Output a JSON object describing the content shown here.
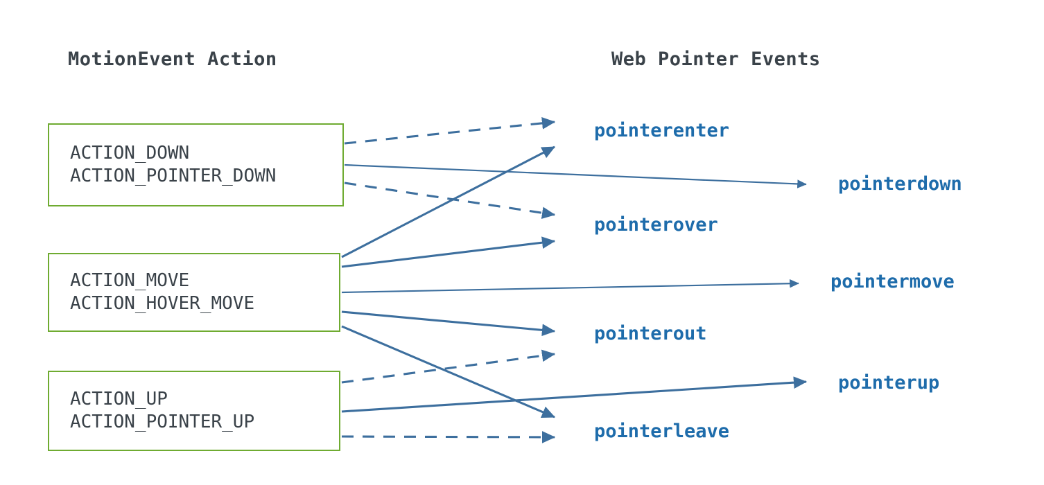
{
  "diagram": {
    "title_left": "MotionEvent Action",
    "title_right": "Web Pointer Events",
    "colors": {
      "box_border_green": "#6fab31",
      "text_dark": "#3a4249",
      "event_blue": "#1e6cab",
      "arrow_blue": "#3d6f9e",
      "background": "#ffffff"
    },
    "action_boxes": [
      {
        "id": "down",
        "lines": [
          "ACTION_DOWN",
          "ACTION_POINTER_DOWN"
        ]
      },
      {
        "id": "move",
        "lines": [
          "ACTION_MOVE",
          "ACTION_HOVER_MOVE"
        ]
      },
      {
        "id": "up",
        "lines": [
          "ACTION_UP",
          "ACTION_POINTER_UP"
        ]
      }
    ],
    "event_labels": [
      {
        "id": "pointerenter",
        "text": "pointerenter"
      },
      {
        "id": "pointerdown",
        "text": "pointerdown"
      },
      {
        "id": "pointerover",
        "text": "pointerover"
      },
      {
        "id": "pointermove",
        "text": "pointermove"
      },
      {
        "id": "pointerout",
        "text": "pointerout"
      },
      {
        "id": "pointerup",
        "text": "pointerup"
      },
      {
        "id": "pointerleave",
        "text": "pointerleave"
      }
    ],
    "connections": [
      {
        "from": "ACTION_DOWN / ACTION_POINTER_DOWN",
        "to": "pointerenter",
        "style": "dashed"
      },
      {
        "from": "ACTION_DOWN / ACTION_POINTER_DOWN",
        "to": "pointerdown",
        "style": "solid"
      },
      {
        "from": "ACTION_DOWN / ACTION_POINTER_DOWN",
        "to": "pointerover",
        "style": "dashed"
      },
      {
        "from": "ACTION_MOVE / ACTION_HOVER_MOVE",
        "to": "pointerenter",
        "style": "solid"
      },
      {
        "from": "ACTION_MOVE / ACTION_HOVER_MOVE",
        "to": "pointerover",
        "style": "solid"
      },
      {
        "from": "ACTION_MOVE / ACTION_HOVER_MOVE",
        "to": "pointermove",
        "style": "solid"
      },
      {
        "from": "ACTION_MOVE / ACTION_HOVER_MOVE",
        "to": "pointerout",
        "style": "solid"
      },
      {
        "from": "ACTION_MOVE / ACTION_HOVER_MOVE",
        "to": "pointerleave",
        "style": "solid"
      },
      {
        "from": "ACTION_UP / ACTION_POINTER_UP",
        "to": "pointerout",
        "style": "dashed"
      },
      {
        "from": "ACTION_UP / ACTION_POINTER_UP",
        "to": "pointerup",
        "style": "solid"
      },
      {
        "from": "ACTION_UP / ACTION_POINTER_UP",
        "to": "pointerleave",
        "style": "dashed"
      }
    ]
  }
}
